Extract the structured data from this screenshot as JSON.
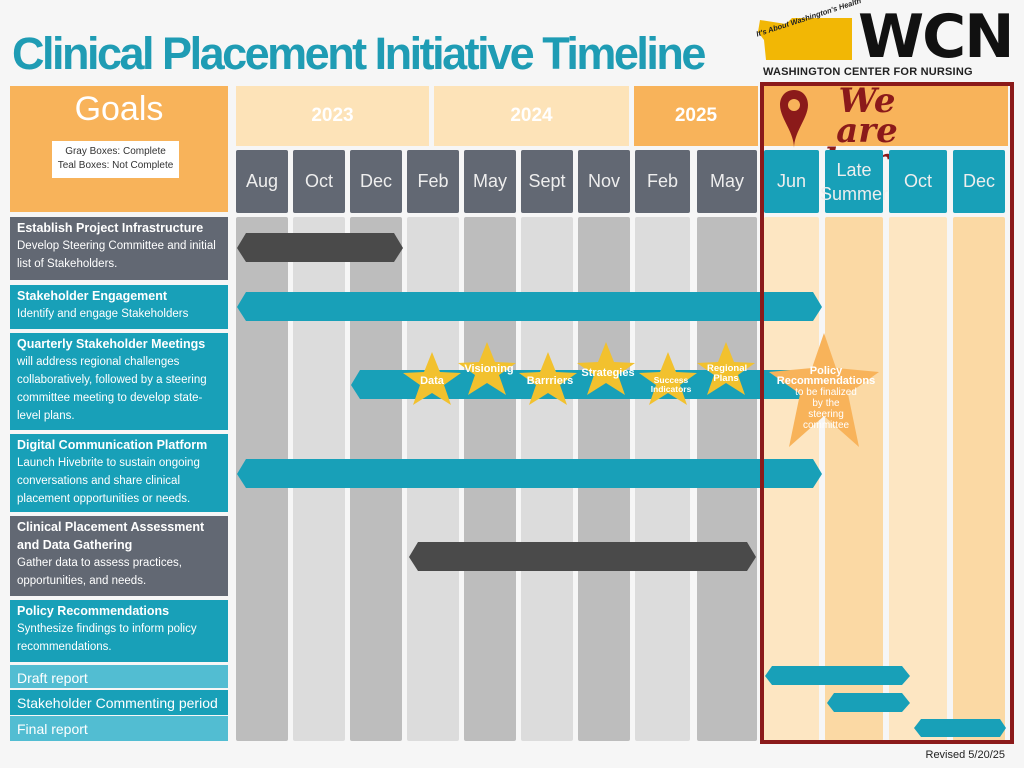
{
  "title": "Clinical Placement Initiative Timeline",
  "logo": {
    "tagline": "It's About Washington's Health",
    "wordmark": "WCN",
    "subtitle": "WASHINGTON CENTER FOR NURSING"
  },
  "goals_header": "Goals",
  "legend": {
    "line1": "Gray Boxes: Complete",
    "line2": "Teal Boxes: Not Complete"
  },
  "years": [
    "2023",
    "2024",
    "2025"
  ],
  "we_are_here": {
    "line1": "We are",
    "line2": "here"
  },
  "months": [
    "Aug",
    "Oct",
    "Dec",
    "Feb",
    "May",
    "Sept",
    "Nov",
    "Feb",
    "May",
    "Jun",
    "Late Summer",
    "Oct",
    "Dec"
  ],
  "late_summer": {
    "line1": "Late",
    "line2": "Summer"
  },
  "goals": [
    {
      "title": "Establish Project Infrastructure",
      "desc": "Develop Steering Committee and initial list of Stakeholders.",
      "status": "complete"
    },
    {
      "title": "Stakeholder Engagement",
      "desc": "Identify and engage Stakeholders",
      "status": "not complete"
    },
    {
      "title": "Quarterly Stakeholder Meetings",
      "desc": "will address regional challenges collaboratively, followed by a steering committee meeting to develop state-level plans.",
      "status": "not complete"
    },
    {
      "title": "Digital Communication Platform",
      "desc": "Launch Hivebrite to sustain ongoing conversations and share clinical placement opportunities or needs.",
      "status": "not complete"
    },
    {
      "title": "Clinical Placement Assessment and Data Gathering",
      "desc": "Gather data to assess practices, opportunities, and needs.",
      "status": "complete"
    },
    {
      "title": "Policy Recommendations",
      "desc": "Synthesize findings to inform policy recommendations.",
      "status": "not complete"
    }
  ],
  "subgoals": [
    "Draft report",
    "Stakeholder Commenting period",
    "Final report"
  ],
  "stars": [
    "Data",
    "Visioning",
    "Barrriers",
    "Strategies",
    "Success Indicators",
    "Regional Plans"
  ],
  "policy_star": {
    "title": "Policy Recommendations",
    "desc": "to be finalized by the steering committee"
  },
  "revised": "Revised 5/20/25",
  "colors": {
    "teal": "#18a0b8",
    "gray": "#626873",
    "orange": "#f8b35a",
    "gold": "#f2c12e",
    "maroon": "#8b1a1a"
  }
}
